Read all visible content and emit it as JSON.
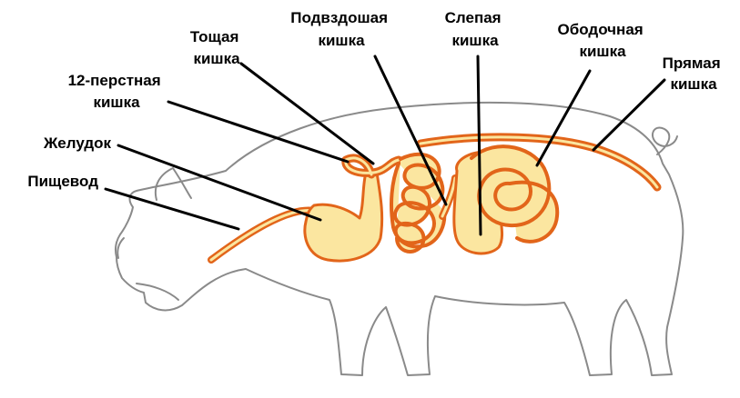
{
  "colors": {
    "outline": "#8a8a8a",
    "tract_fill": "#fbe6a0",
    "tract_edge": "#e2651a",
    "leader": "#000000",
    "text": "#000000",
    "background": "#ffffff"
  },
  "labels": {
    "esophagus": [
      "Пищевод"
    ],
    "stomach": [
      "Желудок"
    ],
    "duodenum": [
      "12-перстная",
      "кишка"
    ],
    "jejunum": [
      "Тощая",
      "кишка"
    ],
    "ileum": [
      "Подвздошая",
      "кишка"
    ],
    "cecum": [
      "Слепая",
      "кишка"
    ],
    "colon": [
      "Ободочная",
      "кишка"
    ],
    "rectum": [
      "Прямая",
      "кишка"
    ]
  }
}
